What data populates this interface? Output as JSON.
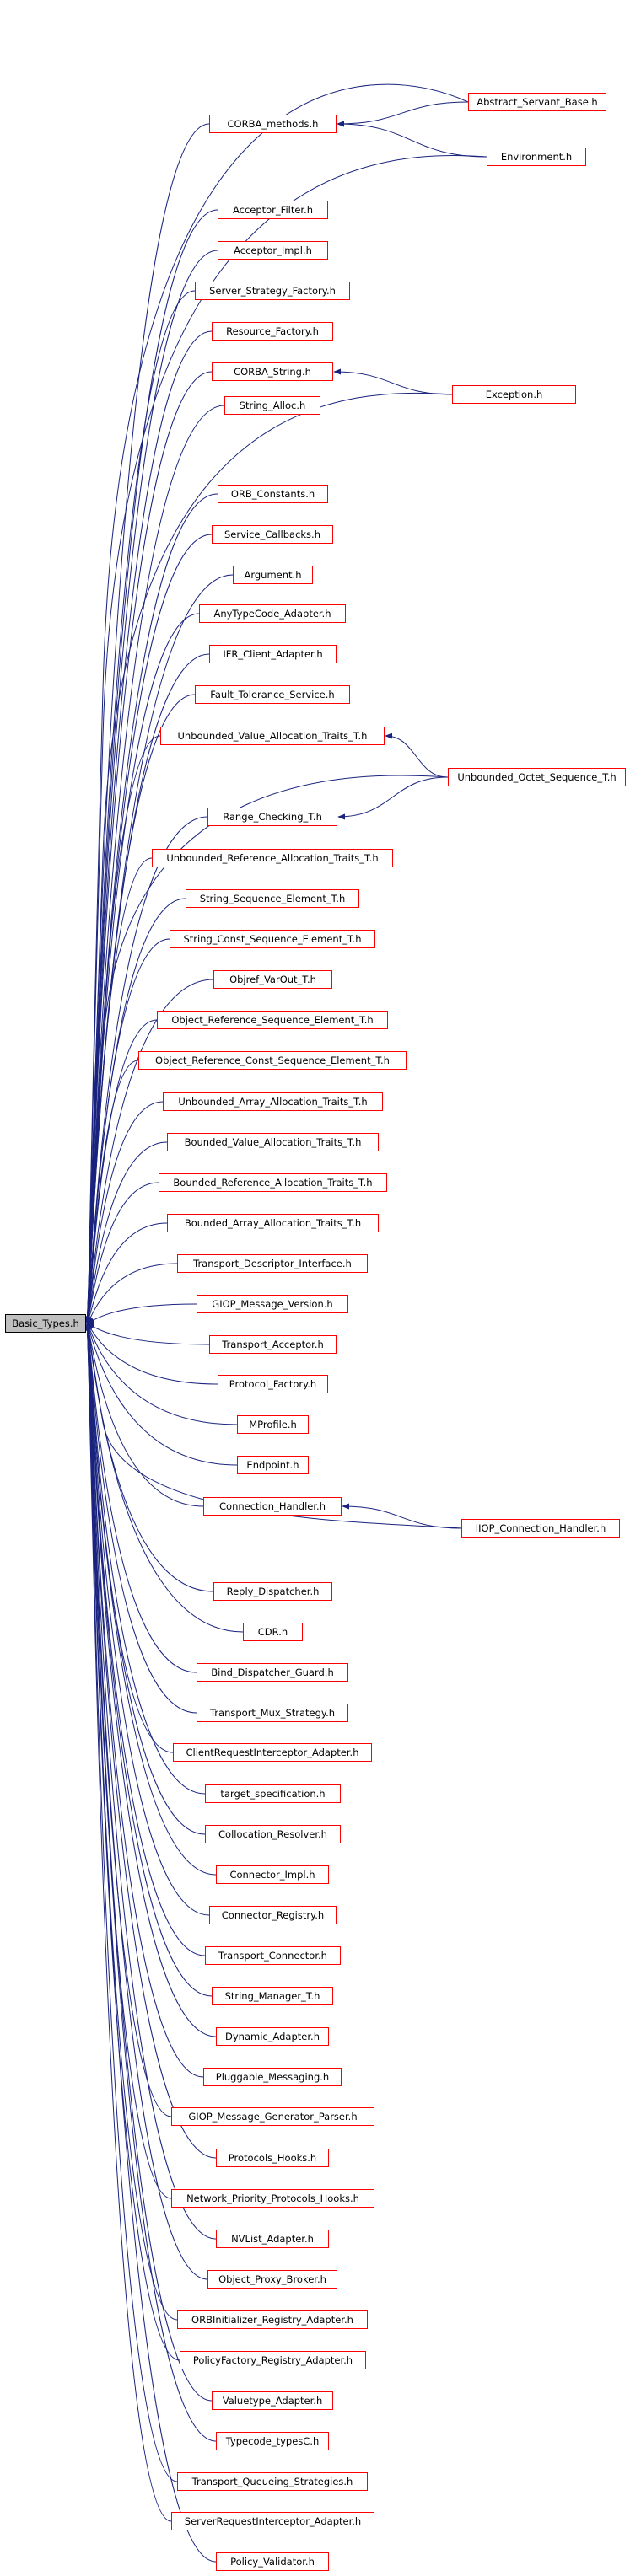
{
  "graph": {
    "root": "Basic_Types.h",
    "colors": {
      "node_border": "#ff0000",
      "root_fill": "#bfbfbf",
      "edge": "#1a237e"
    },
    "nodes": [
      {
        "id": "Abstract_Servant_Base.h",
        "label": "Abstract_Servant_Base.h"
      },
      {
        "id": "CORBA_methods.h",
        "label": "CORBA_methods.h"
      },
      {
        "id": "Environment.h",
        "label": "Environment.h"
      },
      {
        "id": "Acceptor_Filter.h",
        "label": "Acceptor_Filter.h"
      },
      {
        "id": "Acceptor_Impl.h",
        "label": "Acceptor_Impl.h"
      },
      {
        "id": "Server_Strategy_Factory.h",
        "label": "Server_Strategy_Factory.h"
      },
      {
        "id": "Resource_Factory.h",
        "label": "Resource_Factory.h"
      },
      {
        "id": "CORBA_String.h",
        "label": "CORBA_String.h"
      },
      {
        "id": "Exception.h",
        "label": "Exception.h"
      },
      {
        "id": "String_Alloc.h",
        "label": "String_Alloc.h"
      },
      {
        "id": "ORB_Constants.h",
        "label": "ORB_Constants.h"
      },
      {
        "id": "Service_Callbacks.h",
        "label": "Service_Callbacks.h"
      },
      {
        "id": "Argument.h",
        "label": "Argument.h"
      },
      {
        "id": "AnyTypeCode_Adapter.h",
        "label": "AnyTypeCode_Adapter.h"
      },
      {
        "id": "IFR_Client_Adapter.h",
        "label": "IFR_Client_Adapter.h"
      },
      {
        "id": "Fault_Tolerance_Service.h",
        "label": "Fault_Tolerance_Service.h"
      },
      {
        "id": "Unbounded_Value_Allocation_Traits_T.h",
        "label": "Unbounded_Value_Allocation_Traits_T.h"
      },
      {
        "id": "Unbounded_Octet_Sequence_T.h",
        "label": "Unbounded_Octet_Sequence_T.h"
      },
      {
        "id": "Range_Checking_T.h",
        "label": "Range_Checking_T.h"
      },
      {
        "id": "Unbounded_Reference_Allocation_Traits_T.h",
        "label": "Unbounded_Reference_Allocation_Traits_T.h"
      },
      {
        "id": "String_Sequence_Element_T.h",
        "label": "String_Sequence_Element_T.h"
      },
      {
        "id": "String_Const_Sequence_Element_T.h",
        "label": "String_Const_Sequence_Element_T.h"
      },
      {
        "id": "Objref_VarOut_T.h",
        "label": "Objref_VarOut_T.h"
      },
      {
        "id": "Object_Reference_Sequence_Element_T.h",
        "label": "Object_Reference_Sequence_Element_T.h"
      },
      {
        "id": "Object_Reference_Const_Sequence_Element_T.h",
        "label": "Object_Reference_Const_Sequence_Element_T.h"
      },
      {
        "id": "Unbounded_Array_Allocation_Traits_T.h",
        "label": "Unbounded_Array_Allocation_Traits_T.h"
      },
      {
        "id": "Bounded_Value_Allocation_Traits_T.h",
        "label": "Bounded_Value_Allocation_Traits_T.h"
      },
      {
        "id": "Bounded_Reference_Allocation_Traits_T.h",
        "label": "Bounded_Reference_Allocation_Traits_T.h"
      },
      {
        "id": "Bounded_Array_Allocation_Traits_T.h",
        "label": "Bounded_Array_Allocation_Traits_T.h"
      },
      {
        "id": "Transport_Descriptor_Interface.h",
        "label": "Transport_Descriptor_Interface.h"
      },
      {
        "id": "Basic_Types.h",
        "label": "Basic_Types.h"
      },
      {
        "id": "GIOP_Message_Version.h",
        "label": "GIOP_Message_Version.h"
      },
      {
        "id": "Transport_Acceptor.h",
        "label": "Transport_Acceptor.h"
      },
      {
        "id": "Protocol_Factory.h",
        "label": "Protocol_Factory.h"
      },
      {
        "id": "MProfile.h",
        "label": "MProfile.h"
      },
      {
        "id": "Endpoint.h",
        "label": "Endpoint.h"
      },
      {
        "id": "Connection_Handler.h",
        "label": "Connection_Handler.h"
      },
      {
        "id": "IIOP_Connection_Handler.h",
        "label": "IIOP_Connection_Handler.h"
      },
      {
        "id": "Reply_Dispatcher.h",
        "label": "Reply_Dispatcher.h"
      },
      {
        "id": "CDR.h",
        "label": "CDR.h"
      },
      {
        "id": "Bind_Dispatcher_Guard.h",
        "label": "Bind_Dispatcher_Guard.h"
      },
      {
        "id": "Transport_Mux_Strategy.h",
        "label": "Transport_Mux_Strategy.h"
      },
      {
        "id": "ClientRequestInterceptor_Adapter.h",
        "label": "ClientRequestInterceptor_Adapter.h"
      },
      {
        "id": "target_specification.h",
        "label": "target_specification.h"
      },
      {
        "id": "Collocation_Resolver.h",
        "label": "Collocation_Resolver.h"
      },
      {
        "id": "Connector_Impl.h",
        "label": "Connector_Impl.h"
      },
      {
        "id": "Connector_Registry.h",
        "label": "Connector_Registry.h"
      },
      {
        "id": "Transport_Connector.h",
        "label": "Transport_Connector.h"
      },
      {
        "id": "String_Manager_T.h",
        "label": "String_Manager_T.h"
      },
      {
        "id": "Dynamic_Adapter.h",
        "label": "Dynamic_Adapter.h"
      },
      {
        "id": "Pluggable_Messaging.h",
        "label": "Pluggable_Messaging.h"
      },
      {
        "id": "GIOP_Message_Generator_Parser.h",
        "label": "GIOP_Message_Generator_Parser.h"
      },
      {
        "id": "Protocols_Hooks.h",
        "label": "Protocols_Hooks.h"
      },
      {
        "id": "Network_Priority_Protocols_Hooks.h",
        "label": "Network_Priority_Protocols_Hooks.h"
      },
      {
        "id": "NVList_Adapter.h",
        "label": "NVList_Adapter.h"
      },
      {
        "id": "Object_Proxy_Broker.h",
        "label": "Object_Proxy_Broker.h"
      },
      {
        "id": "ORBInitializer_Registry_Adapter.h",
        "label": "ORBInitializer_Registry_Adapter.h"
      },
      {
        "id": "PolicyFactory_Registry_Adapter.h",
        "label": "PolicyFactory_Registry_Adapter.h"
      },
      {
        "id": "Valuetype_Adapter.h",
        "label": "Valuetype_Adapter.h"
      },
      {
        "id": "Typecode_typesC.h",
        "label": "Typecode_typesC.h"
      },
      {
        "id": "Transport_Queueing_Strategies.h",
        "label": "Transport_Queueing_Strategies.h"
      },
      {
        "id": "ServerRequestInterceptor_Adapter.h",
        "label": "ServerRequestInterceptor_Adapter.h"
      },
      {
        "id": "Policy_Validator.h",
        "label": "Policy_Validator.h"
      }
    ],
    "edges": [
      [
        "Abstract_Servant_Base.h",
        "Basic_Types.h"
      ],
      [
        "Abstract_Servant_Base.h",
        "CORBA_methods.h"
      ],
      [
        "CORBA_methods.h",
        "Basic_Types.h"
      ],
      [
        "Environment.h",
        "CORBA_methods.h"
      ],
      [
        "Environment.h",
        "Basic_Types.h"
      ],
      [
        "Acceptor_Filter.h",
        "Basic_Types.h"
      ],
      [
        "Acceptor_Impl.h",
        "Basic_Types.h"
      ],
      [
        "Server_Strategy_Factory.h",
        "Basic_Types.h"
      ],
      [
        "Resource_Factory.h",
        "Basic_Types.h"
      ],
      [
        "CORBA_String.h",
        "Basic_Types.h"
      ],
      [
        "Exception.h",
        "CORBA_String.h"
      ],
      [
        "Exception.h",
        "Basic_Types.h"
      ],
      [
        "String_Alloc.h",
        "Basic_Types.h"
      ],
      [
        "ORB_Constants.h",
        "Basic_Types.h"
      ],
      [
        "Service_Callbacks.h",
        "Basic_Types.h"
      ],
      [
        "Argument.h",
        "Basic_Types.h"
      ],
      [
        "AnyTypeCode_Adapter.h",
        "Basic_Types.h"
      ],
      [
        "IFR_Client_Adapter.h",
        "Basic_Types.h"
      ],
      [
        "Fault_Tolerance_Service.h",
        "Basic_Types.h"
      ],
      [
        "Unbounded_Value_Allocation_Traits_T.h",
        "Basic_Types.h"
      ],
      [
        "Unbounded_Octet_Sequence_T.h",
        "Unbounded_Value_Allocation_Traits_T.h"
      ],
      [
        "Unbounded_Octet_Sequence_T.h",
        "Range_Checking_T.h"
      ],
      [
        "Unbounded_Octet_Sequence_T.h",
        "Basic_Types.h"
      ],
      [
        "Range_Checking_T.h",
        "Basic_Types.h"
      ],
      [
        "Unbounded_Reference_Allocation_Traits_T.h",
        "Basic_Types.h"
      ],
      [
        "String_Sequence_Element_T.h",
        "Basic_Types.h"
      ],
      [
        "String_Const_Sequence_Element_T.h",
        "Basic_Types.h"
      ],
      [
        "Objref_VarOut_T.h",
        "Basic_Types.h"
      ],
      [
        "Object_Reference_Sequence_Element_T.h",
        "Basic_Types.h"
      ],
      [
        "Object_Reference_Const_Sequence_Element_T.h",
        "Basic_Types.h"
      ],
      [
        "Unbounded_Array_Allocation_Traits_T.h",
        "Basic_Types.h"
      ],
      [
        "Bounded_Value_Allocation_Traits_T.h",
        "Basic_Types.h"
      ],
      [
        "Bounded_Reference_Allocation_Traits_T.h",
        "Basic_Types.h"
      ],
      [
        "Bounded_Array_Allocation_Traits_T.h",
        "Basic_Types.h"
      ],
      [
        "Transport_Descriptor_Interface.h",
        "Basic_Types.h"
      ],
      [
        "GIOP_Message_Version.h",
        "Basic_Types.h"
      ],
      [
        "Transport_Acceptor.h",
        "Basic_Types.h"
      ],
      [
        "Protocol_Factory.h",
        "Basic_Types.h"
      ],
      [
        "MProfile.h",
        "Basic_Types.h"
      ],
      [
        "Endpoint.h",
        "Basic_Types.h"
      ],
      [
        "Connection_Handler.h",
        "Basic_Types.h"
      ],
      [
        "IIOP_Connection_Handler.h",
        "Connection_Handler.h"
      ],
      [
        "IIOP_Connection_Handler.h",
        "Basic_Types.h"
      ],
      [
        "Reply_Dispatcher.h",
        "Basic_Types.h"
      ],
      [
        "CDR.h",
        "Basic_Types.h"
      ],
      [
        "Bind_Dispatcher_Guard.h",
        "Basic_Types.h"
      ],
      [
        "Transport_Mux_Strategy.h",
        "Basic_Types.h"
      ],
      [
        "ClientRequestInterceptor_Adapter.h",
        "Basic_Types.h"
      ],
      [
        "target_specification.h",
        "Basic_Types.h"
      ],
      [
        "Collocation_Resolver.h",
        "Basic_Types.h"
      ],
      [
        "Connector_Impl.h",
        "Basic_Types.h"
      ],
      [
        "Connector_Registry.h",
        "Basic_Types.h"
      ],
      [
        "Transport_Connector.h",
        "Basic_Types.h"
      ],
      [
        "String_Manager_T.h",
        "Basic_Types.h"
      ],
      [
        "Dynamic_Adapter.h",
        "Basic_Types.h"
      ],
      [
        "Pluggable_Messaging.h",
        "Basic_Types.h"
      ],
      [
        "GIOP_Message_Generator_Parser.h",
        "Basic_Types.h"
      ],
      [
        "Protocols_Hooks.h",
        "Basic_Types.h"
      ],
      [
        "Network_Priority_Protocols_Hooks.h",
        "Basic_Types.h"
      ],
      [
        "NVList_Adapter.h",
        "Basic_Types.h"
      ],
      [
        "Object_Proxy_Broker.h",
        "Basic_Types.h"
      ],
      [
        "ORBInitializer_Registry_Adapter.h",
        "Basic_Types.h"
      ],
      [
        "PolicyFactory_Registry_Adapter.h",
        "Basic_Types.h"
      ],
      [
        "Valuetype_Adapter.h",
        "Basic_Types.h"
      ],
      [
        "Typecode_typesC.h",
        "Basic_Types.h"
      ],
      [
        "Transport_Queueing_Strategies.h",
        "Basic_Types.h"
      ],
      [
        "ServerRequestInterceptor_Adapter.h",
        "Basic_Types.h"
      ],
      [
        "Policy_Validator.h",
        "Basic_Types.h"
      ]
    ]
  }
}
